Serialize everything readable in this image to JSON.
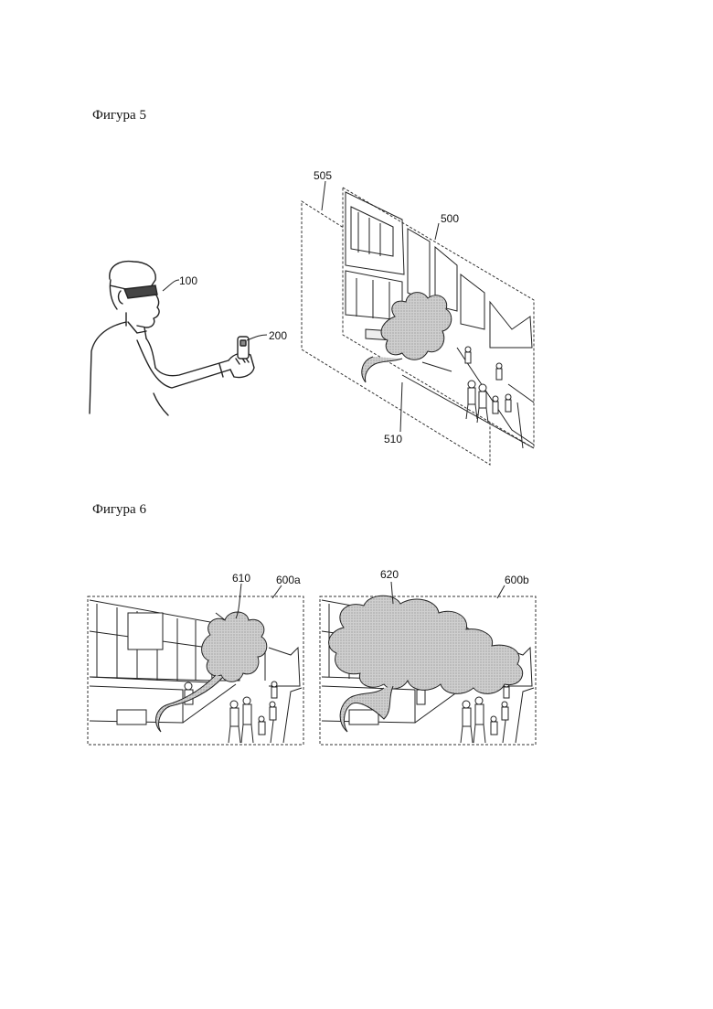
{
  "figure5": {
    "caption": "Фигура 5",
    "labels": {
      "hmd": "100",
      "controller": "200",
      "screen": "500",
      "virtual_layer": "505",
      "smoke": "510"
    }
  },
  "figure6": {
    "caption": "Фигура 6",
    "labels": {
      "smoke_small": "610",
      "panel_a": "600a",
      "smoke_large": "620",
      "panel_b": "600b"
    }
  },
  "colors": {
    "line": "#222222",
    "smoke_fill": "#c8c8c8",
    "background": "#ffffff"
  }
}
